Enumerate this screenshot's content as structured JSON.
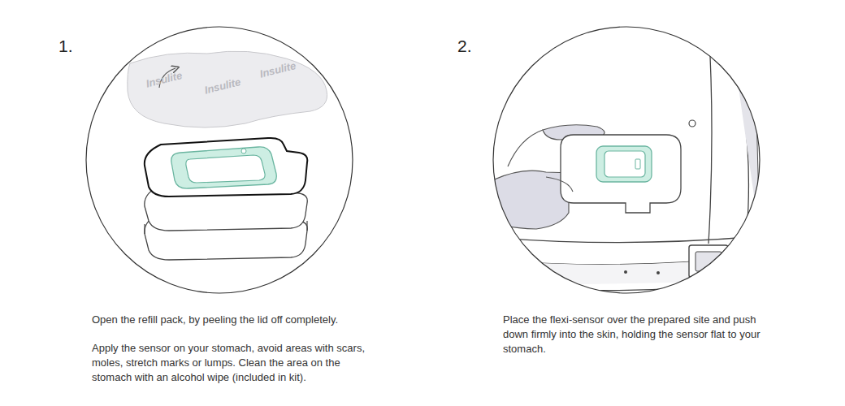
{
  "diagram": {
    "labels": [
      "1.",
      "2.",
      "Insulite",
      "Insulite",
      "Insulite",
      "Open the refill pack, by peeling the lid off completely.",
      "Apply the sensor on your stomach, avoid areas with scars, moles, stretch marks or lumps. Clean the area on the stomach with an alcohol wipe (included in kit).",
      "Place the flexi-sensor over the prepared site and push down firmly into the skin, holding the sensor flat to your stomach."
    ]
  }
}
